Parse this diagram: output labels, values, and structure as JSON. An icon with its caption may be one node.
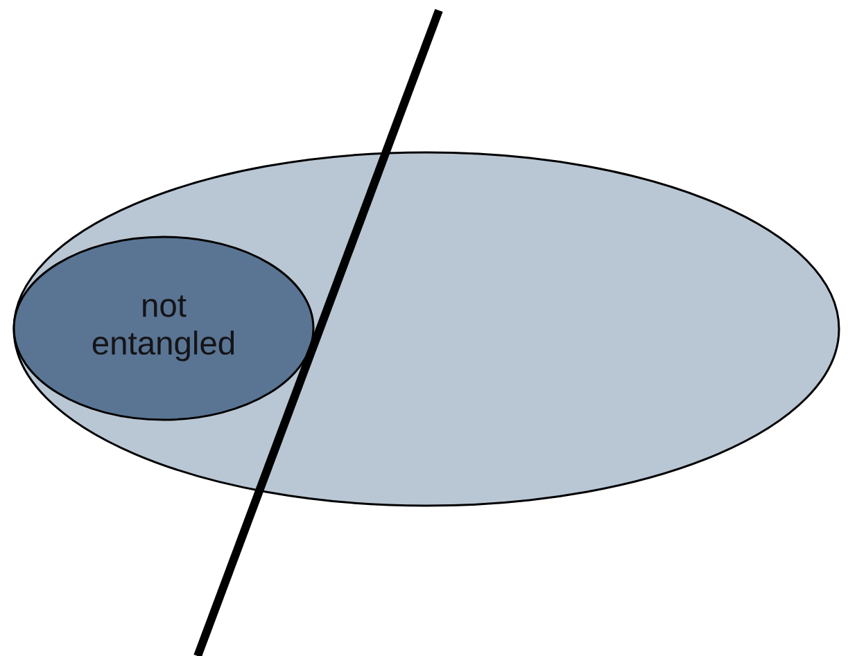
{
  "diagram": {
    "nodes": [
      {
        "text": [],
        "shape": "ellipse"
      },
      {
        "text": [
          "not entangled"
        ],
        "in": 0
      }
    ]
  }
}
